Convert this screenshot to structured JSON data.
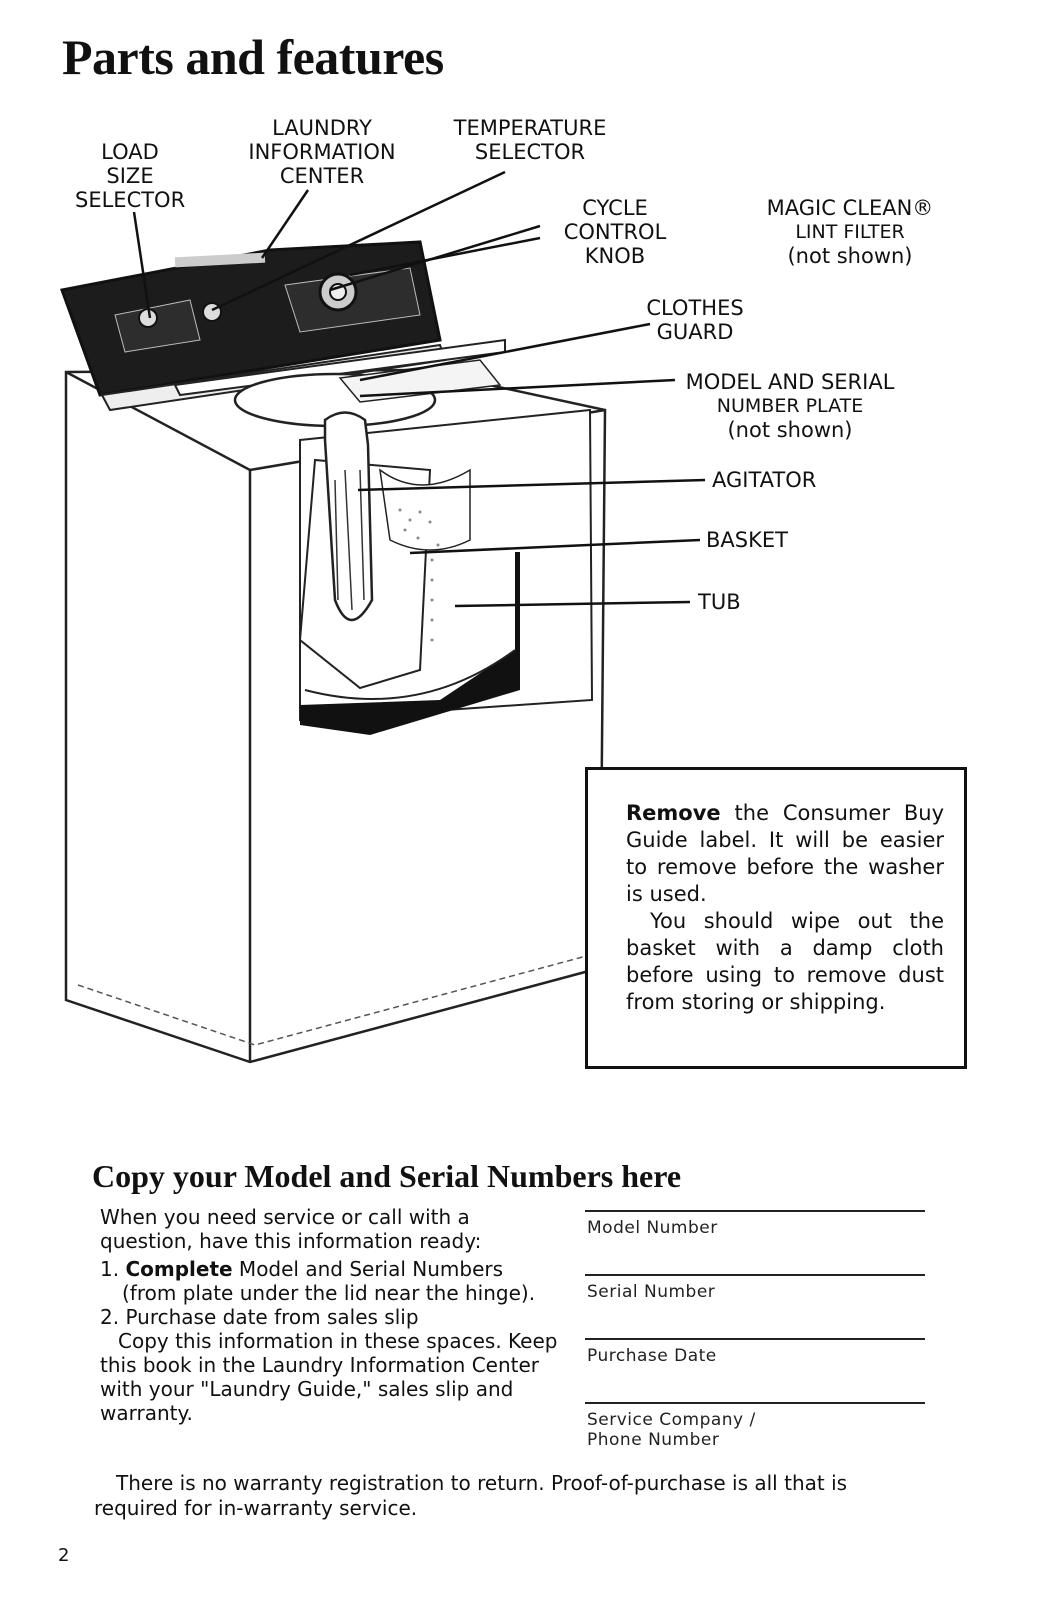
{
  "title": "Parts and features",
  "labels": {
    "load_size_selector": [
      "LOAD",
      "SIZE",
      "SELECTOR"
    ],
    "laundry_information_center": [
      "LAUNDRY",
      "INFORMATION",
      "CENTER"
    ],
    "temperature_selector": [
      "TEMPERATURE",
      "SELECTOR"
    ],
    "cycle_control_knob": [
      "CYCLE",
      "CONTROL",
      "KNOB"
    ],
    "magic_clean": [
      "MAGIC CLEAN®",
      "LINT FILTER",
      "(not shown)"
    ],
    "clothes_guard": [
      "CLOTHES",
      "GUARD"
    ],
    "model_serial_plate": [
      "MODEL AND SERIAL",
      "NUMBER PLATE",
      "(not shown)"
    ],
    "agitator": "AGITATOR",
    "basket": "BASKET",
    "tub": "TUB"
  },
  "notice": {
    "bold_lead": "Remove",
    "text1": " the Consumer Buy Guide label. It will be easier to remove before the washer is used.",
    "text2": "You should wipe out the basket with a damp cloth before using to remove dust from storing or shipping."
  },
  "copy_section": {
    "heading": "Copy your Model and Serial Numbers here",
    "intro": "When you need service or call with a question, have this information ready:",
    "items": [
      {
        "num": "1.",
        "bold": "Complete",
        "text": " Model and Serial Numbers (from plate under the lid near the hinge)."
      },
      {
        "num": "2.",
        "bold": "",
        "text": "Purchase date from sales slip"
      }
    ],
    "after": "Copy this information in these spaces. Keep this book in the Laundry Information Center with your \"Laundry Guide,\" sales slip and warranty.",
    "fields": [
      "Model Number",
      "Serial Number",
      "Purchase Date",
      "Service Company / Phone Number"
    ]
  },
  "footer": "There is no warranty registration to return. Proof-of-purchase is all that is required for in-warranty service.",
  "page_number": "2"
}
